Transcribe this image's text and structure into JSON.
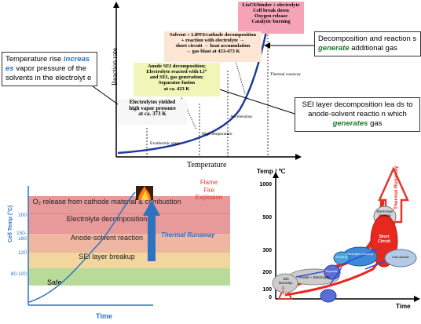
{
  "top_chart": {
    "ylabel": "Reaction rate",
    "xlabel": "Temperature",
    "boxes": [
      {
        "lines": [
          "LixC6/binder + electrolyte",
          "Cell break down",
          "Oxygen release",
          "Catalytic burning"
        ]
      },
      {
        "lines": [
          "Solvent + LiPF6/cathode decomposition",
          "+ reaction with electrolyte →",
          "short circuit → heat accumulation",
          "→ gas blast at 453-473 K"
        ]
      },
      {
        "lines": [
          "Anode SEI decomposition;",
          "Electrolyte reacted with Li⁺",
          "and SEI, gas generation;",
          "Separator fusion",
          "at ca. 423 K"
        ]
      },
      {
        "lines": [
          "Electrolytes yielded",
          "high vapor pressure",
          "at ca. 373 K"
        ]
      }
    ],
    "stages": [
      "Exothermic stage",
      "High temperature",
      "Acceleration",
      "Thermal runaway"
    ]
  },
  "callouts": {
    "left": {
      "pre": "Temperature rise ",
      "em": "increas es",
      "post": " vapor pressure of the solvents in the electrolyt e"
    },
    "right_top": {
      "pre": "Decomposition and reaction s ",
      "em": "generate",
      "post": " additional gas"
    },
    "right_mid": {
      "pre": "SEI layer decomposition lea ds to anode-solvent reactio n which ",
      "em": "generates",
      "post": " gas"
    }
  },
  "bottom_left": {
    "ylabel": "Cell Temp (°C)",
    "xlabel": "Time",
    "bands": [
      {
        "label": "O₂ release from cathode material & combustion",
        "color": "#e89a9a"
      },
      {
        "label": "Electrolyte decomposition",
        "color": "#e8a7a0"
      },
      {
        "label": "Anode-solvent reaction",
        "color": "#f0c6a8"
      },
      {
        "label": "SEI layer breakup",
        "color": "#f3dc95"
      },
      {
        "label": "Safe",
        "color": "#b8dd98"
      }
    ],
    "yticks": [
      "200",
      "150-180",
      "120",
      "80-100"
    ],
    "flame_lines": [
      "Flame",
      "Fire",
      "Explosion"
    ],
    "thermal_runaway": "Thermal Runaway",
    "colors": {
      "blue": "#2f73c0",
      "red": "#e0392b"
    }
  },
  "bottom_right": {
    "ylabel": "Temp / ℃",
    "xlabel": "Time",
    "yticks": [
      "1000",
      "500",
      "300",
      "200",
      "100",
      "0"
    ],
    "arrow_label": "Thermal Runaway",
    "start_label": "Joule",
    "bubbles": [
      {
        "label": "Electrolyte burning",
        "color": "#c9c9d6"
      },
      {
        "label": "Short Circuit",
        "color": "#e8281e"
      },
      {
        "label": "Electrolyte Decomp.",
        "color": "#3d8bd8"
      },
      {
        "label": "NCM111",
        "color": "#4aa3df"
      },
      {
        "label": "Anode + Electrolyte",
        "color": "#c8c8c8"
      },
      {
        "label": "SEI Decomp.",
        "color": "#c8c8c8"
      },
      {
        "label": "Separator",
        "color": "#5a6fd6"
      },
      {
        "label": "Gas release",
        "color": "#8ab0d8"
      }
    ]
  }
}
